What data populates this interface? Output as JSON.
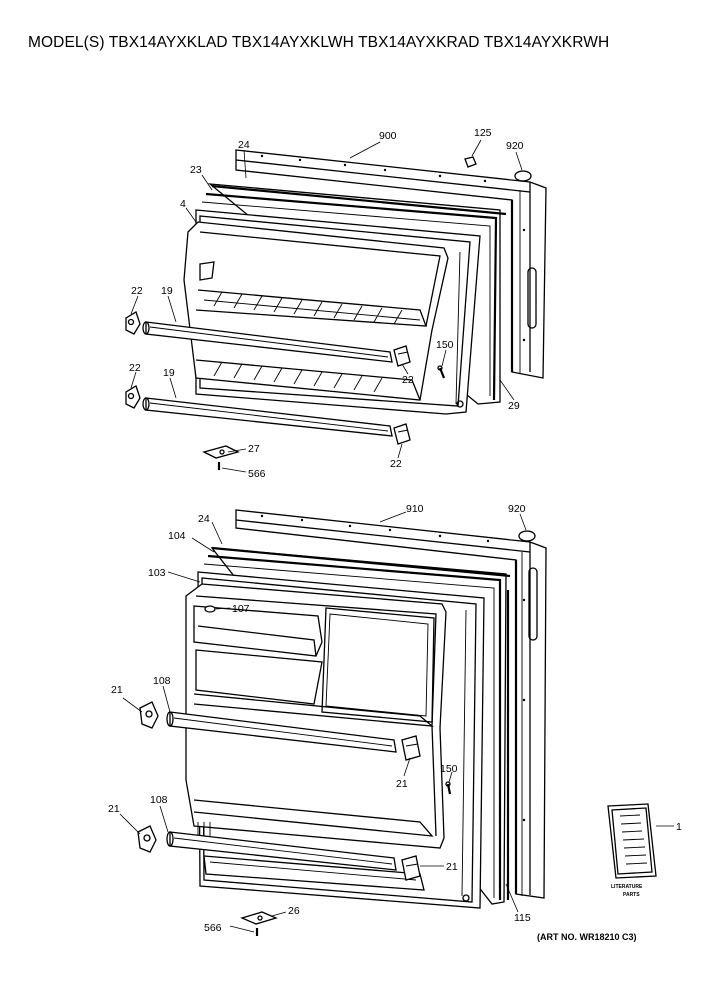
{
  "header": {
    "prefix": "MODEL(S)",
    "models": [
      "TBX14AYXKLAD",
      "TBX14AYXKLWH",
      "TBX14AYXKRAD",
      "TBX14AYXKRWH"
    ]
  },
  "art_number": "(ART NO. WR18210 C3)",
  "literature_parts": {
    "line1": "LITERATURE",
    "line2": "PARTS"
  },
  "freezer_door_labels": [
    "900",
    "125",
    "920",
    "24",
    "23",
    "4",
    "22",
    "19",
    "22",
    "19",
    "150",
    "22",
    "29",
    "27",
    "566",
    "22"
  ],
  "fresh_food_door_labels": [
    "910",
    "920",
    "24",
    "104",
    "103",
    "107",
    "21",
    "108",
    "21",
    "150",
    "21",
    "108",
    "21",
    "115",
    "26",
    "566",
    "1"
  ]
}
